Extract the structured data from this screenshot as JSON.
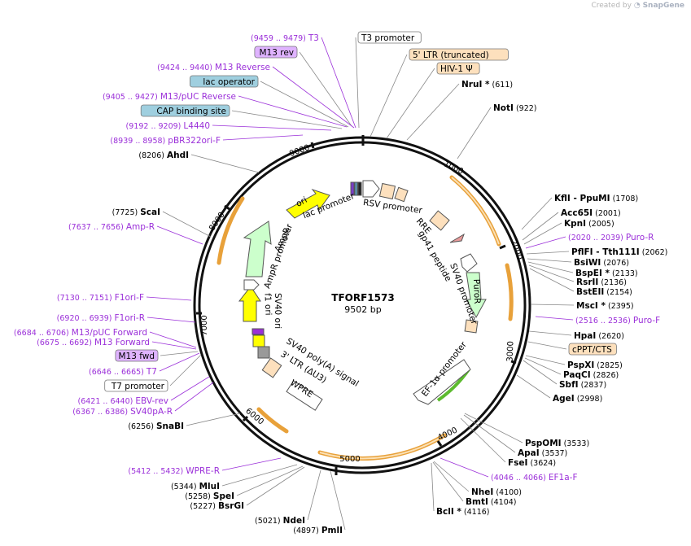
{
  "credit": {
    "prefix": "Created by",
    "brand": "SnapGene"
  },
  "plasmid": {
    "name": "TFORF1573",
    "size_label": "9502 bp",
    "length": 9502
  },
  "ticks": [
    "1000",
    "2000",
    "3000",
    "4000",
    "5000",
    "6000",
    "7000",
    "8000",
    "9000"
  ],
  "colors": {
    "primer": "#9b30d9",
    "enzyme": "#000000",
    "feature_orange": "#e8a13a",
    "misc_feature": "#fde0bd",
    "promoter": "#ffffff",
    "ori": "#ffff00",
    "resistance": "#ccffcc",
    "protein_bind": "#9fcfdf",
    "primer_bind": "#dfb3ff"
  },
  "labels": [
    {
      "name": "T3",
      "range": "(9459 .. 9479)",
      "kind": "primer"
    },
    {
      "name": "T3 promoter",
      "kind": "box-white"
    },
    {
      "name": "M13 rev",
      "kind": "box-purple"
    },
    {
      "name": "5' LTR (truncated)",
      "kind": "box-peach"
    },
    {
      "name": "M13 Reverse",
      "range": "(9424 .. 9440)",
      "kind": "primer"
    },
    {
      "name": "HIV-1 Ψ",
      "kind": "box-peach"
    },
    {
      "name": "lac operator",
      "kind": "box-teal"
    },
    {
      "name": "NruI *",
      "pos": "(611)",
      "kind": "enzyme"
    },
    {
      "name": "M13/pUC Reverse",
      "range": "(9405 .. 9427)",
      "kind": "primer"
    },
    {
      "name": "CAP binding site",
      "kind": "box-teal"
    },
    {
      "name": "NotI",
      "pos": "(922)",
      "kind": "enzyme"
    },
    {
      "name": "L4440",
      "range": "(9192 .. 9209)",
      "kind": "primer"
    },
    {
      "name": "pBR322ori-F",
      "range": "(8939 .. 8958)",
      "kind": "primer"
    },
    {
      "name": "AhdI",
      "pos": "(8206)",
      "kind": "enzyme"
    },
    {
      "name": "KflI",
      "pos": "(1708)",
      "kind": "enzyme-pair",
      "partner": "- PpuMI"
    },
    {
      "name": "ScaI",
      "pos": "(7725)",
      "kind": "enzyme"
    },
    {
      "name": "Acc65I",
      "pos": "(2001)",
      "kind": "enzyme"
    },
    {
      "name": "Amp-R",
      "range": "(7637 .. 7656)",
      "kind": "primer"
    },
    {
      "name": "KpnI",
      "pos": "(2005)",
      "kind": "enzyme"
    },
    {
      "name": "Puro-R",
      "range": "(2020 .. 2039)",
      "kind": "primer"
    },
    {
      "name": "PflFI",
      "pos": "(2062)",
      "kind": "enzyme-pair",
      "partner": "- Tth111I"
    },
    {
      "name": "BsiWI",
      "pos": "(2076)",
      "kind": "enzyme"
    },
    {
      "name": "BspEI *",
      "pos": "(2133)",
      "kind": "enzyme"
    },
    {
      "name": "RsrII",
      "pos": "(2136)",
      "kind": "enzyme"
    },
    {
      "name": "BstEII",
      "pos": "(2154)",
      "kind": "enzyme"
    },
    {
      "name": "F1ori-F",
      "range": "(7130 .. 7151)",
      "kind": "primer"
    },
    {
      "name": "MscI *",
      "pos": "(2395)",
      "kind": "enzyme"
    },
    {
      "name": "F1ori-R",
      "range": "(6920 .. 6939)",
      "kind": "primer"
    },
    {
      "name": "Puro-F",
      "range": "(2516 .. 2536)",
      "kind": "primer"
    },
    {
      "name": "M13/pUC Forward",
      "range": "(6684 .. 6706)",
      "kind": "primer"
    },
    {
      "name": "HpaI",
      "pos": "(2620)",
      "kind": "enzyme"
    },
    {
      "name": "M13 Forward",
      "range": "(6675 .. 6692)",
      "kind": "primer"
    },
    {
      "name": "cPPT/CTS",
      "kind": "box-peach"
    },
    {
      "name": "M13 fwd",
      "kind": "box-purple"
    },
    {
      "name": "T7",
      "range": "(6646 .. 6665)",
      "kind": "primer"
    },
    {
      "name": "PspXI",
      "pos": "(2825)",
      "kind": "enzyme"
    },
    {
      "name": "PaqCI",
      "pos": "(2826)",
      "kind": "enzyme"
    },
    {
      "name": "T7 promoter",
      "kind": "box-white"
    },
    {
      "name": "SbfI",
      "pos": "(2837)",
      "kind": "enzyme"
    },
    {
      "name": "AgeI",
      "pos": "(2998)",
      "kind": "enzyme"
    },
    {
      "name": "EBV-rev",
      "range": "(6421 .. 6440)",
      "kind": "primer"
    },
    {
      "name": "SV40pA-R",
      "range": "(6367 .. 6386)",
      "kind": "primer"
    },
    {
      "name": "SnaBI",
      "pos": "(6256)",
      "kind": "enzyme"
    },
    {
      "name": "PspOMI",
      "pos": "(3533)",
      "kind": "enzyme"
    },
    {
      "name": "ApaI",
      "pos": "(3537)",
      "kind": "enzyme"
    },
    {
      "name": "FseI",
      "pos": "(3624)",
      "kind": "enzyme"
    },
    {
      "name": "WPRE-R",
      "range": "(5412 .. 5432)",
      "kind": "primer"
    },
    {
      "name": "EF1a-F",
      "range": "(4046 .. 4066)",
      "kind": "primer"
    },
    {
      "name": "MluI",
      "pos": "(5344)",
      "kind": "enzyme"
    },
    {
      "name": "NheI",
      "pos": "(4100)",
      "kind": "enzyme"
    },
    {
      "name": "SpeI",
      "pos": "(5258)",
      "kind": "enzyme"
    },
    {
      "name": "BmtI",
      "pos": "(4104)",
      "kind": "enzyme"
    },
    {
      "name": "BsrGI",
      "pos": "(5227)",
      "kind": "enzyme"
    },
    {
      "name": "BclI *",
      "pos": "(4116)",
      "kind": "enzyme"
    },
    {
      "name": "NdeI",
      "pos": "(5021)",
      "kind": "enzyme"
    },
    {
      "name": "PmlI",
      "pos": "(4897)",
      "kind": "enzyme"
    }
  ],
  "features": [
    {
      "name": "lac promoter"
    },
    {
      "name": "RSV promoter"
    },
    {
      "name": "ori"
    },
    {
      "name": "RRE"
    },
    {
      "name": "gp41 peptide"
    },
    {
      "name": "AmpR"
    },
    {
      "name": "AmpR promoter"
    },
    {
      "name": "SV40 promoter"
    },
    {
      "name": "PuroR"
    },
    {
      "name": "f1 ori"
    },
    {
      "name": "SV40 ori"
    },
    {
      "name": "EF-1α promoter"
    },
    {
      "name": "SV40 poly(A) signal"
    },
    {
      "name": "3' LTR (ΔU3)"
    },
    {
      "name": "WPRE"
    }
  ]
}
